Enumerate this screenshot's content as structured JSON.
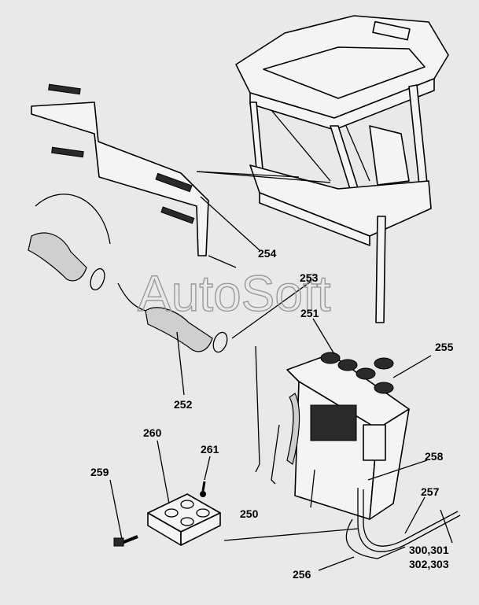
{
  "watermark": "AutoSoft",
  "labels": {
    "l250": "250",
    "l251": "251",
    "l252": "252",
    "l253": "253",
    "l254": "254",
    "l255": "255",
    "l256": "256",
    "l257": "257",
    "l258": "258",
    "l259": "259",
    "l260": "260",
    "l261": "261",
    "l300": "300,301",
    "l302": "302,303"
  }
}
